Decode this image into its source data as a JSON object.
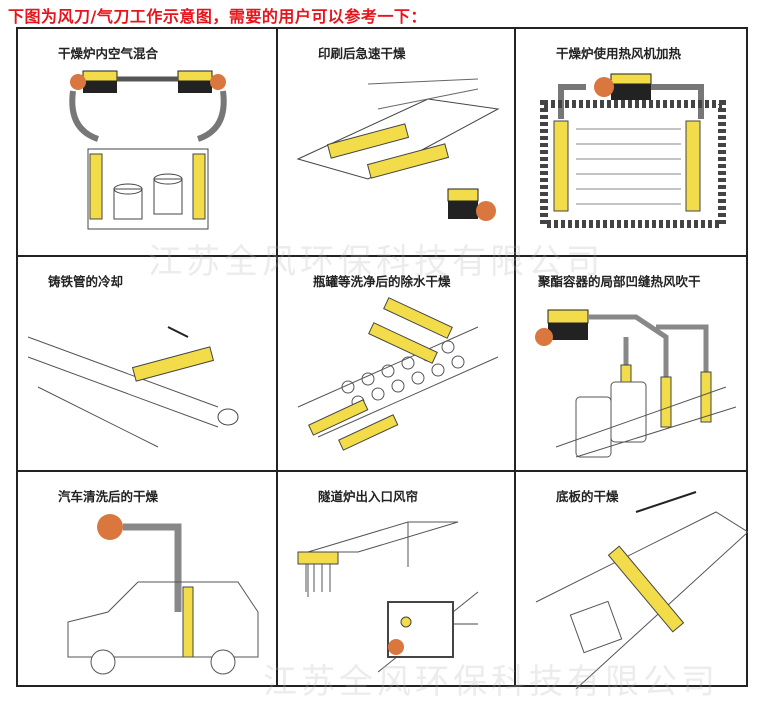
{
  "title": "下图为风刀/气刀工作示意图，需要的用户可以参考一下：",
  "watermark": "江苏全风环保科技有限公司",
  "colors": {
    "title": "#e8141b",
    "knife": "#f2dc4a",
    "blower": "#d9773f"
  },
  "panels": [
    {
      "caption": "干燥炉内空气混合",
      "icon": "oven-air-mixing"
    },
    {
      "caption": "印刷后急速干燥",
      "icon": "print-drying"
    },
    {
      "caption": "干燥炉使用热风机加热",
      "icon": "oven-hot-air"
    },
    {
      "caption": "铸铁管的冷却",
      "icon": "pipe-cooling"
    },
    {
      "caption": "瓶罐等洗净后的除水干燥",
      "icon": "bottle-drying"
    },
    {
      "caption": "聚酯容器的局部凹缝热风吹干",
      "icon": "container-drying"
    },
    {
      "caption": "汽车清洗后的干燥",
      "icon": "car-drying"
    },
    {
      "caption": "隧道炉出入口风帘",
      "icon": "tunnel-air-curtain"
    },
    {
      "caption": "底板的干燥",
      "icon": "board-drying"
    }
  ]
}
